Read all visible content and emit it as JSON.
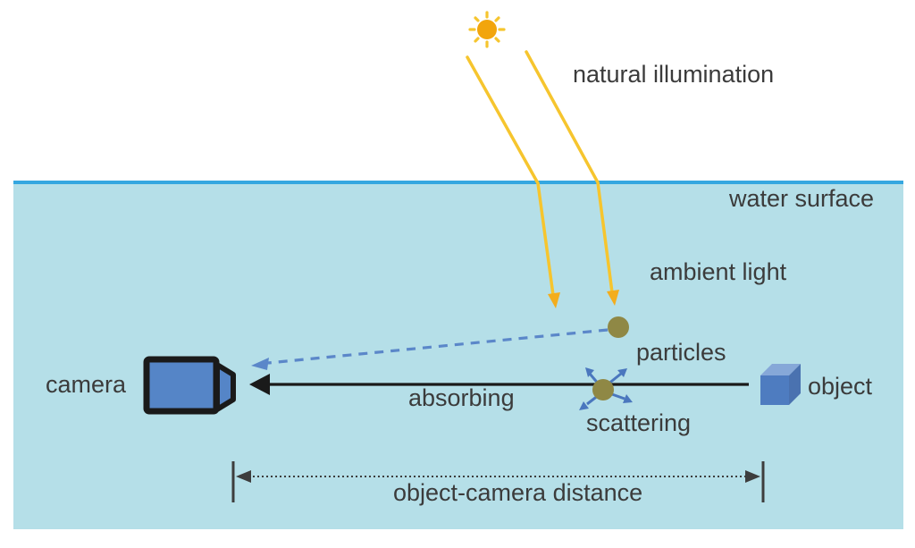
{
  "diagram": {
    "title": "underwater imaging schematic",
    "labels": {
      "natural_illumination": "natural illumination",
      "water_surface": "water surface",
      "ambient_light": "ambient light",
      "particles": "particles",
      "camera": "camera",
      "absorbing": "absorbing",
      "scattering": "scattering",
      "object": "object",
      "distance": "object-camera distance"
    },
    "icons": [
      "sun-icon",
      "light-ray-arrow",
      "ambient-particle-dot",
      "scattering-particle-dot",
      "dashed-light-arrow",
      "absorbing-arrow",
      "scattering-arrows",
      "camera-icon",
      "object-cube-icon",
      "distance-measure-arrow"
    ]
  },
  "colors": {
    "water_fill": "#b5dfe8",
    "water_line": "#35a7e0",
    "sun": "#f2a50c",
    "ray": "#f6c52e",
    "ray_head": "#f3ad1d",
    "particle": "#8f8845",
    "blue_dashed": "#5b87c9",
    "blue_scatter": "#4a77be",
    "black": "#1a1a1a",
    "camera_body": "#5585c7",
    "cube_front": "#4e7cc0",
    "cube_top": "#86a8d8",
    "cube_side": "#4a72b0",
    "dist": "#3d3d3d",
    "text": "#3b3b3b"
  }
}
